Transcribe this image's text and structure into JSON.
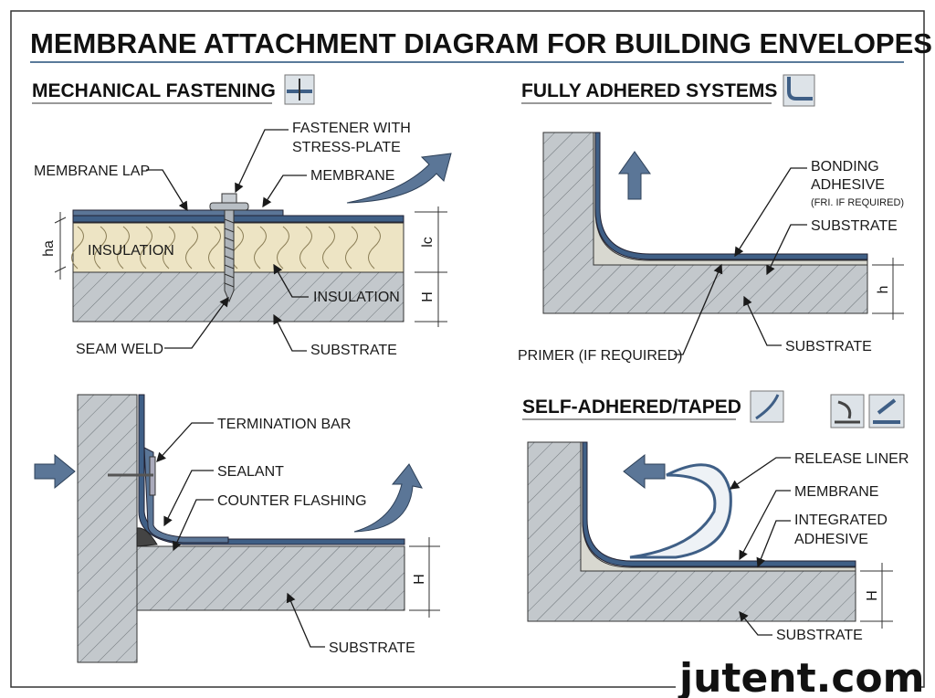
{
  "title": "MEMBRANE ATTACHMENT DIAGRAM FOR BUILDING ENVELOPES",
  "colors": {
    "membrane": "#3f5f86",
    "insulation": "#ede4c4",
    "substrate": "#c3c8cc",
    "arrow": "#5b7697",
    "rule": "#5a7a9a"
  },
  "mechanical": {
    "heading": "MECHANICAL FASTENING",
    "labels": {
      "fastener1": "FASTENER WITH",
      "fastener2": "STRESS-PLATE",
      "lap": "MEMBRANE LAP",
      "membrane": "MEMBRANE",
      "insulation_left": "INSULATION",
      "insulation_right": "INSULATION",
      "seam": "SEAM WELD",
      "substrate": "SUBSTRATE"
    },
    "dims": {
      "left": "ha",
      "right_top": "lc",
      "right_bottom": "H"
    }
  },
  "adhered": {
    "heading": "FULLY ADHERED SYSTEMS",
    "labels": {
      "bonding1": "BONDING",
      "bonding2": "ADHESIVE",
      "bonding3": "(FRI. IF REQUIRED)",
      "substrate_top": "SUBSTRATE",
      "primer": "PRIMER (IF REQUIRED)",
      "substrate": "SUBSTRATE"
    },
    "dims": {
      "right": "h"
    }
  },
  "termination": {
    "labels": {
      "bar": "TERMINATION BAR",
      "sealant": "SEALANT",
      "counter": "COUNTER FLASHING",
      "substrate": "SUBSTRATE"
    },
    "dims": {
      "right": "H"
    }
  },
  "self_adhered": {
    "heading": "SELF-ADHERED/TAPED",
    "labels": {
      "liner": "RELEASE LINER",
      "membrane": "MEMBRANE",
      "integrated1": "INTEGRATED",
      "integrated2": "ADHESIVE",
      "substrate": "SUBSTRATE"
    },
    "dims": {
      "right": "H"
    }
  },
  "watermark": "jutent.com"
}
